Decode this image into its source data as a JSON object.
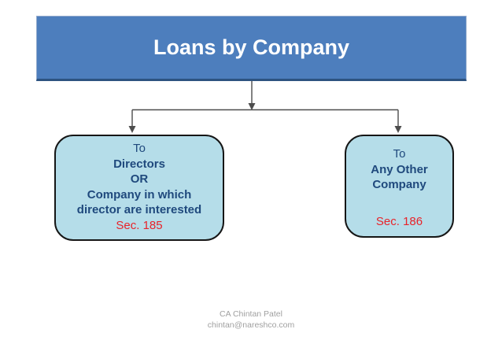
{
  "slide": {
    "title": "Loans by Company"
  },
  "boxes": {
    "left": {
      "lines": [
        "To",
        "Directors",
        "OR",
        "Company in which",
        "director are interested"
      ],
      "section": "Sec. 185"
    },
    "right": {
      "lines": [
        "To",
        "Any Other",
        "Company"
      ],
      "section": "Sec. 186"
    }
  },
  "footer": {
    "author": "CA Chintan Patel",
    "email": "chintan@nareshco.com"
  },
  "icons": {
    "connector_arrows": "arrow-down-icon"
  },
  "colors": {
    "header_bg": "#4d7ebd",
    "header_border": "#2d5380",
    "header_text": "#ffffff",
    "box_fill": "#b5dde9",
    "box_border": "#161616",
    "box_text": "#1f497d",
    "section_text": "#e8232a",
    "connector": "#4d4d4d",
    "footer_text": "#a0a0a0"
  }
}
